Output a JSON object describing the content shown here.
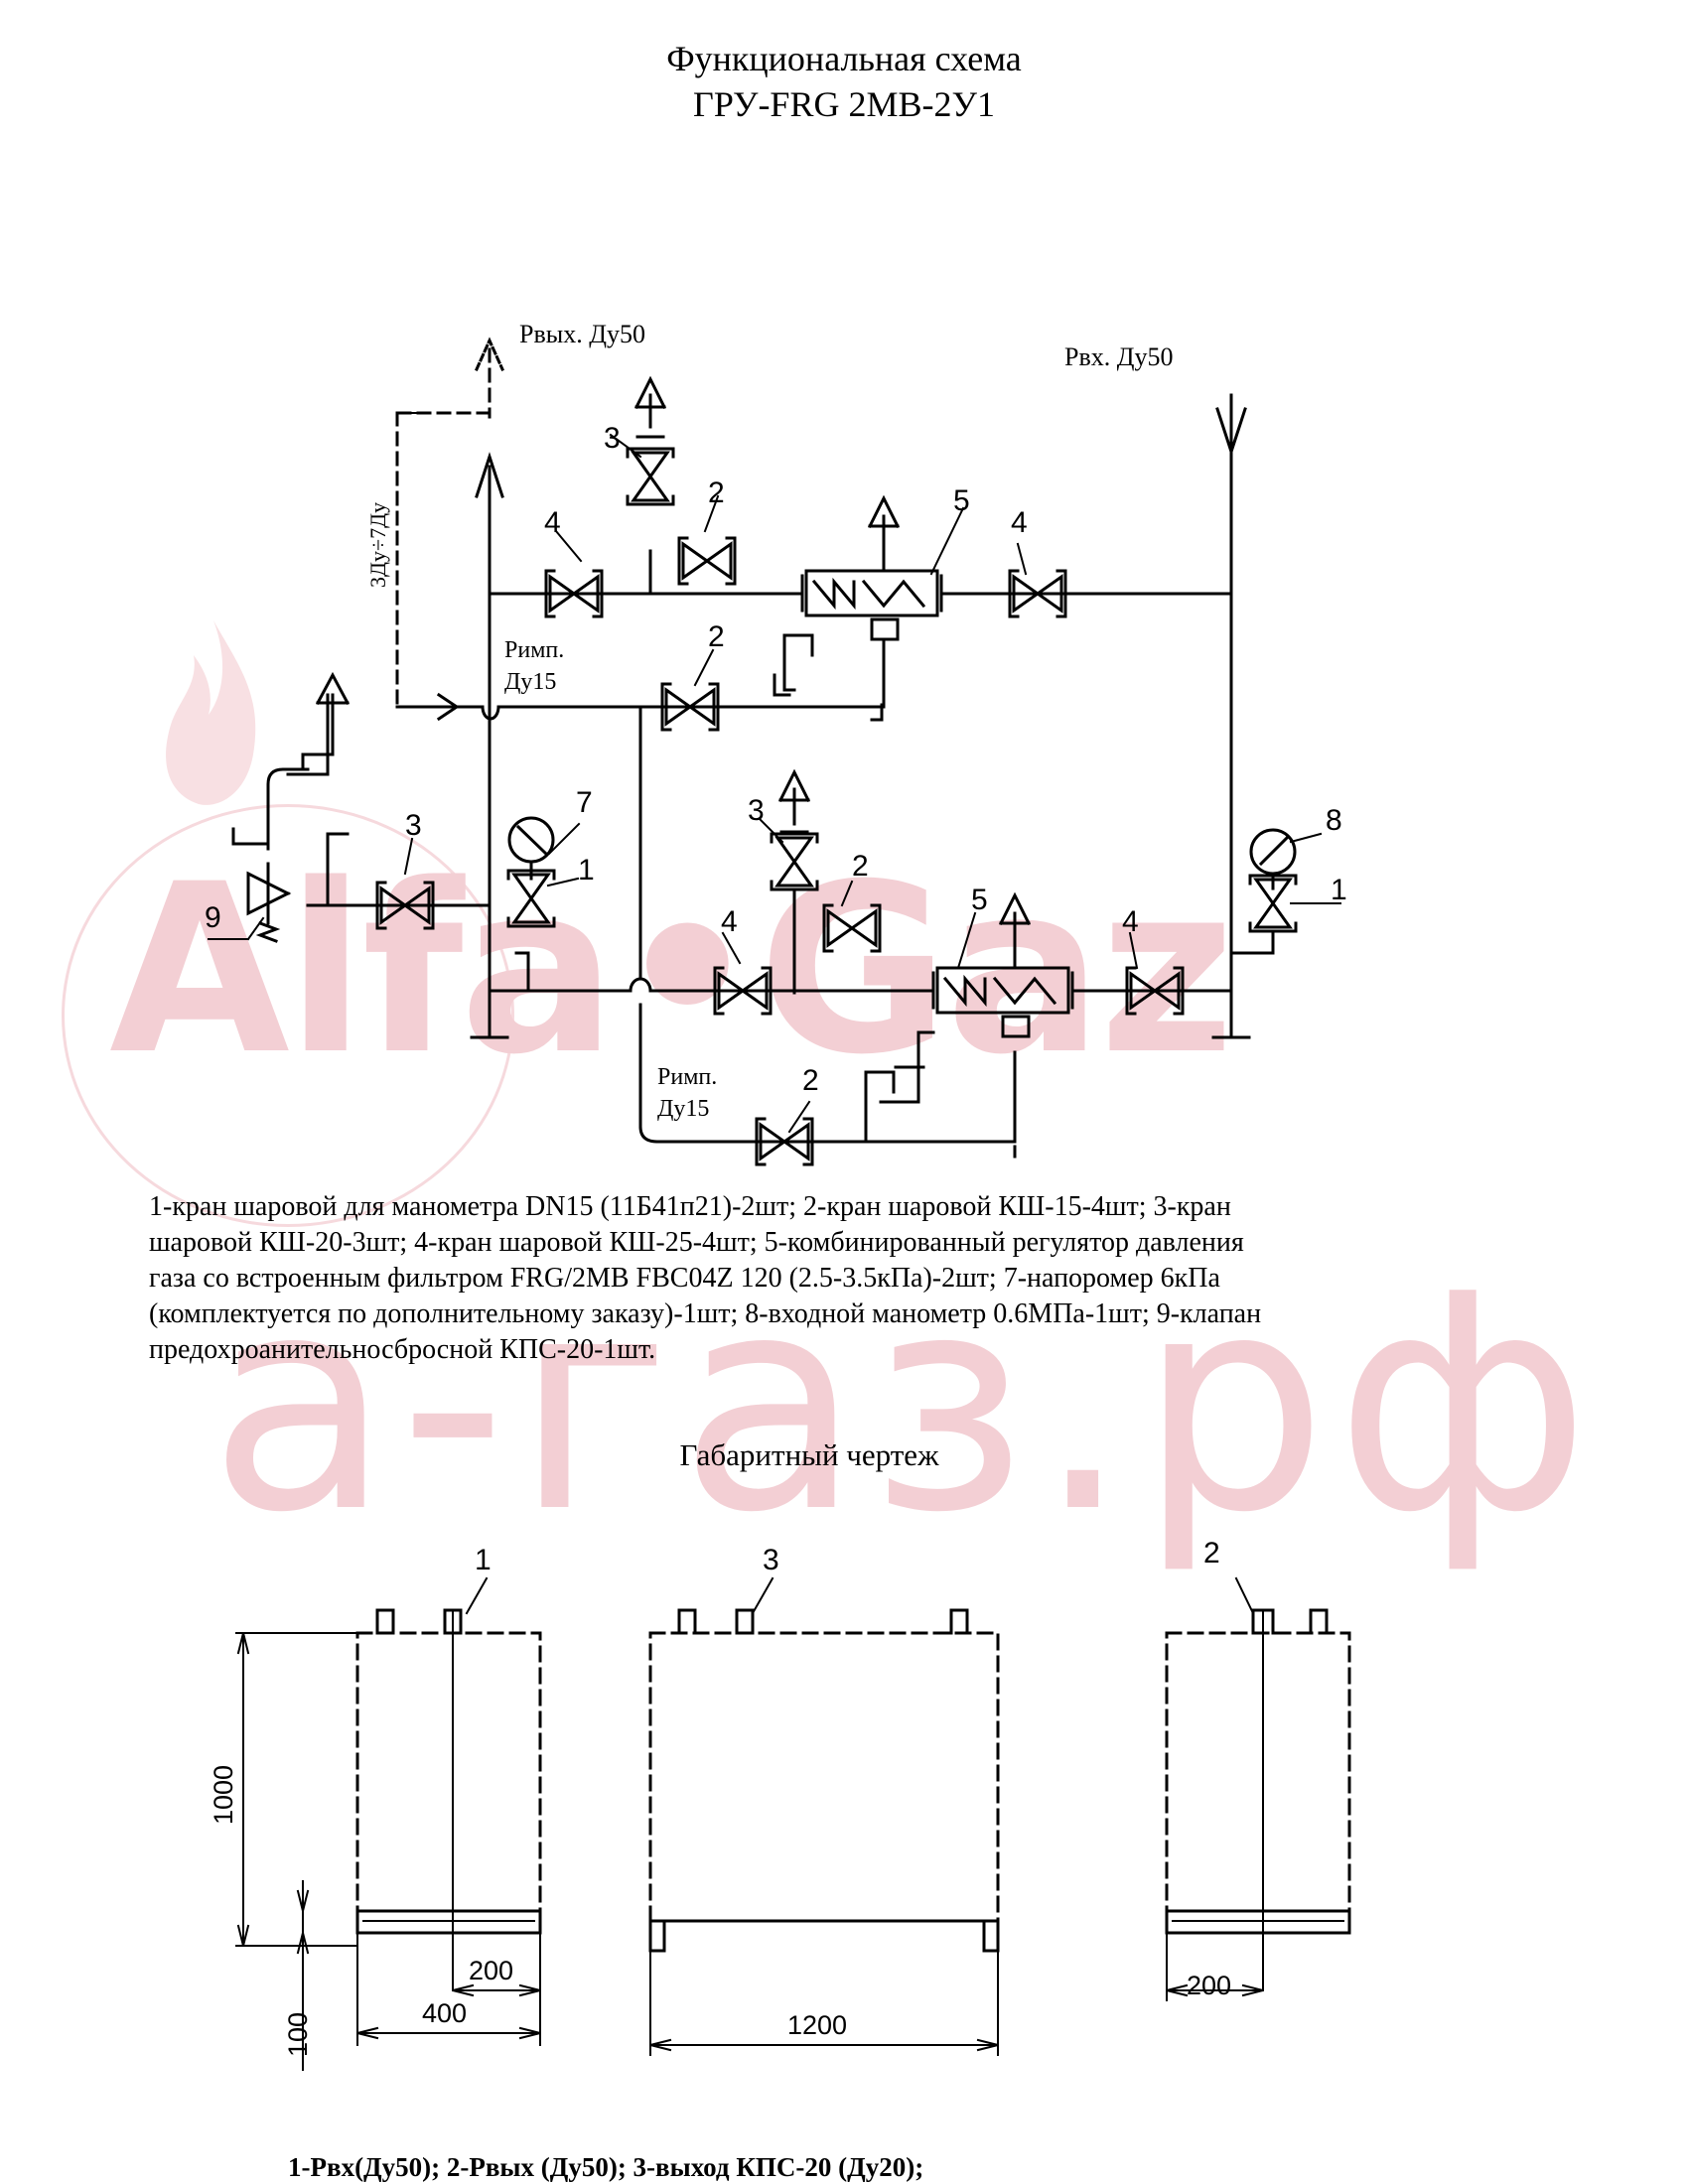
{
  "header": {
    "title_line1": "Функциональная схема",
    "title_line2": "ГРУ-FRG 2МВ-2У1"
  },
  "watermark": {
    "logo": "Alfa•Gaz",
    "url": "а-газ.рф"
  },
  "scheme": {
    "outlet_label": "Рвых. Ду50",
    "inlet_label": "Рвх. Ду50",
    "length_label": "3Ду÷7Ду",
    "impulse_top_l1": "Римп.",
    "impulse_top_l2": "Ду15",
    "impulse_bot_l1": "Римп.",
    "impulse_bot_l2": "Ду15",
    "callouts": {
      "n1": "1",
      "n1b": "1",
      "n2a": "2",
      "n2b": "2",
      "n2c": "2",
      "n2d": "2",
      "n3a": "3",
      "n3b": "3",
      "n3c": "3",
      "n4a": "4",
      "n4b": "4",
      "n4c": "4",
      "n4d": "4",
      "n5a": "5",
      "n5b": "5",
      "n7": "7",
      "n8": "8",
      "n9": "9"
    }
  },
  "legend": {
    "line1": "1-кран шаровой для манометра DN15 (11Б41п21)-2шт; 2-кран шаровой КШ-15-4шт; 3-кран",
    "line2": "шаровой КШ-20-3шт; 4-кран шаровой КШ-25-4шт; 5-комбинированный регулятор давления",
    "line3": "газа со встроенным фильтром FRG/2MB FBC04Z 120 (2.5-3.5кПа)-2шт; 7-напоромер 6кПа",
    "line4": "(комплектуется по дополнительному заказу)-1шт; 8-входной манометр 0.6МПа-1шт; 9-клапан",
    "line5": "предохроанительносбросной КПС-20-1шт."
  },
  "dimensional": {
    "title": "Габаритный чертеж",
    "callout1": "1",
    "callout2": "2",
    "callout3": "3",
    "height": "1000",
    "base_height": "100",
    "offset1": "200",
    "width_side": "400",
    "width_front": "1200",
    "offset2": "200"
  },
  "footer": "1-Рвх(Ду50); 2-Рвых (Ду50); 3-выход КПС-20 (Ду20);"
}
